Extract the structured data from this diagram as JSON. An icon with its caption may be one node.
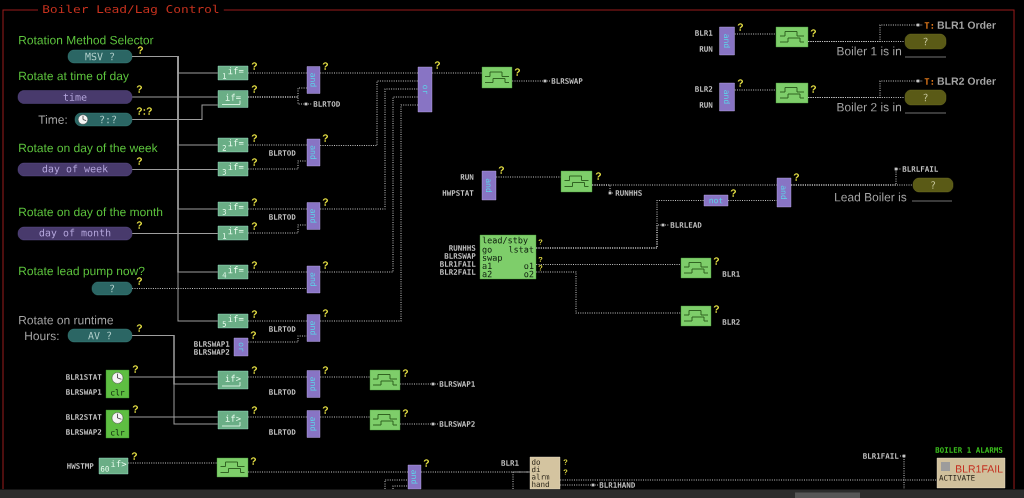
{
  "diagram": {
    "title": "Boiler Lead/Lag Control",
    "nodes": [
      {
        "text": [
          "MSV ?"
        ],
        "beside": [
          "?"
        ]
      },
      {
        "text": [
          "time"
        ],
        "beside": [
          "?"
        ]
      },
      {
        "text": [
          "?:?"
        ],
        "beside": [
          "Time:",
          "?:?"
        ]
      },
      {
        "text": [
          "day of week"
        ],
        "beside": [
          "?"
        ]
      },
      {
        "text": [
          "day of month"
        ],
        "beside": [
          "?"
        ]
      },
      {
        "text": [
          "?"
        ],
        "beside": [
          "?"
        ]
      },
      {
        "text": [
          "AV ?"
        ],
        "beside": [
          "Hours:",
          "?"
        ]
      },
      {
        "text": [
          "clr"
        ],
        "beside": [
          "BLR1STAT",
          "BLRSWAP1",
          "?"
        ]
      },
      {
        "text": [
          "clr"
        ],
        "beside": [
          "BLR2STAT",
          "BLRSWAP2",
          "?"
        ]
      },
      {
        "text": [
          "if>",
          "60"
        ],
        "beside": [
          "HWSTMP",
          "?"
        ]
      },
      {
        "text": [
          "if=",
          "1"
        ],
        "beside": [
          "?"
        ]
      },
      {
        "text": [
          "if="
        ],
        "beside": [
          "?"
        ]
      },
      {
        "text": [
          "if=",
          "2"
        ],
        "beside": [
          "?"
        ]
      },
      {
        "text": [
          "if=",
          "3"
        ],
        "beside": [
          "?"
        ]
      },
      {
        "text": [
          "if=",
          "3"
        ],
        "beside": [
          "?"
        ]
      },
      {
        "text": [
          "if=",
          "1"
        ],
        "beside": [
          "?"
        ]
      },
      {
        "text": [
          "if=",
          "4"
        ],
        "beside": [
          "?"
        ]
      },
      {
        "text": [
          "if=",
          "5"
        ],
        "beside": [
          "?"
        ]
      },
      {
        "text": [
          "if>"
        ],
        "beside": [
          "?"
        ]
      },
      {
        "text": [
          "if>"
        ],
        "beside": [
          "?"
        ]
      },
      {
        "text": [
          "or"
        ],
        "beside": [
          "BLRSWAP1",
          "BLRSWAP2",
          "?"
        ]
      },
      {
        "text": [
          "and"
        ],
        "beside": [
          "?"
        ]
      },
      {
        "text": [
          "and"
        ],
        "beside": [
          "BLRTOD",
          "?"
        ]
      },
      {
        "text": [
          "and"
        ],
        "beside": [
          "BLRTOD",
          "?"
        ]
      },
      {
        "text": [
          "and"
        ],
        "beside": [
          "?"
        ]
      },
      {
        "text": [
          "and"
        ],
        "beside": [
          "BLRTOD",
          "?"
        ]
      },
      {
        "text": [
          "and"
        ],
        "beside": [
          "BLRTOD",
          "?"
        ]
      },
      {
        "text": [
          "and"
        ],
        "beside": [
          "BLRTOD",
          "?"
        ]
      },
      {
        "text": [
          "BLRTOD"
        ]
      },
      {
        "text": [],
        "shape": "box",
        "beside": [
          "?"
        ]
      },
      {
        "text": [
          "and"
        ],
        "beside": [
          "?"
        ]
      },
      {
        "text": [
          "do",
          "di",
          "alrm",
          "hand"
        ],
        "beside": [
          "BLR1",
          "?",
          "?"
        ]
      },
      {
        "text": [
          "BLR1FAIL",
          "ACTIVATE"
        ],
        "beside": [
          "BOILER 1 ALARMS"
        ]
      },
      {
        "text": [
          "or"
        ],
        "beside": [
          "?"
        ]
      },
      {
        "text": [],
        "shape": "box",
        "beside": [
          "?"
        ]
      },
      {
        "text": [],
        "shape": "box",
        "beside": [
          "?"
        ]
      },
      {
        "text": [
          "BLRSWAP1"
        ]
      },
      {
        "text": [
          "BLRSWAP2"
        ]
      },
      {
        "text": [],
        "shape": "box",
        "beside": [
          "?"
        ]
      },
      {
        "text": [
          "BLRSWAP"
        ]
      },
      {
        "text": [
          "and"
        ],
        "beside": [
          "RUN",
          "HWPSTAT",
          "?"
        ]
      },
      {
        "text": [],
        "shape": "box",
        "beside": [
          "?"
        ]
      },
      {
        "text": [
          "RUNHHS"
        ]
      },
      {
        "text": [
          "not"
        ],
        "beside": [
          "?"
        ]
      },
      {
        "text": [
          "and"
        ],
        "beside": [
          "?"
        ]
      },
      {
        "text": [
          "BLRLEAD"
        ]
      },
      {
        "text": [
          "BLRLFAIL"
        ]
      },
      {
        "text": [
          "?"
        ],
        "beside": [
          "Lead Boiler is"
        ]
      },
      {
        "text": [
          "lead/stby",
          "go",
          "lstat",
          "swap",
          "a1",
          "o1",
          "a2",
          "o2"
        ],
        "beside": [
          "RUNHHS",
          "BLRSWAP",
          "BLR1FAIL",
          "BLR2FAIL",
          "?",
          "?",
          "?"
        ]
      },
      {
        "text": [],
        "shape": "box",
        "beside": [
          "?",
          "BLR1"
        ]
      },
      {
        "text": [],
        "shape": "box",
        "beside": [
          "?",
          "BLR2"
        ]
      },
      {
        "text": [
          "and"
        ],
        "beside": [
          "BLR1",
          "RUN",
          "?"
        ]
      },
      {
        "text": [],
        "shape": "box",
        "beside": [
          "?"
        ]
      },
      {
        "text": [
          "T:",
          "BLR1 Order"
        ]
      },
      {
        "text": [
          "?"
        ],
        "beside": [
          "Boiler 1 is in"
        ]
      },
      {
        "text": [
          "and"
        ],
        "beside": [
          "BLR2",
          "RUN",
          "?"
        ]
      },
      {
        "text": [],
        "shape": "box",
        "beside": [
          "?"
        ]
      },
      {
        "text": [
          "T:",
          "BLR2 Order"
        ]
      },
      {
        "text": [
          "?"
        ],
        "beside": [
          "Boiler 2 is in"
        ]
      },
      {
        "text": [
          "BLR1FAIL"
        ]
      },
      {
        "text": [
          "BLR1HAND"
        ]
      }
    ],
    "edges": [
      {
        "from": 0,
        "to": 10,
        "arrow": "none"
      },
      {
        "from": 0,
        "to": 12,
        "arrow": "none"
      },
      {
        "from": 0,
        "to": 14,
        "arrow": "none"
      },
      {
        "from": 0,
        "to": 16,
        "arrow": "none"
      },
      {
        "from": 0,
        "to": 17,
        "arrow": "none"
      },
      {
        "from": 1,
        "to": 11,
        "arrow": "none"
      },
      {
        "from": 2,
        "to": 11,
        "arrow": "none"
      },
      {
        "from": 3,
        "to": 13,
        "arrow": "none"
      },
      {
        "from": 4,
        "to": 15,
        "arrow": "none"
      },
      {
        "from": 6,
        "to": 18,
        "arrow": "none"
      },
      {
        "from": 6,
        "to": 19,
        "arrow": "none"
      },
      {
        "from": 7,
        "to": 18,
        "arrow": "none"
      },
      {
        "from": 8,
        "to": 19,
        "arrow": "none"
      },
      {
        "from": 10,
        "to": 21,
        "arrow": "none",
        "style": "dashed"
      },
      {
        "from": 11,
        "to": 21,
        "arrow": "none",
        "style": "dashed"
      },
      {
        "from": 11,
        "to": 28,
        "arrow": "none",
        "style": "dashed"
      },
      {
        "from": 12,
        "to": 22,
        "arrow": "none",
        "style": "dashed"
      },
      {
        "from": 13,
        "to": 22,
        "arrow": "none",
        "style": "dashed"
      },
      {
        "from": 14,
        "to": 23,
        "arrow": "none",
        "style": "dashed"
      },
      {
        "from": 15,
        "to": 23,
        "arrow": "none",
        "style": "dashed"
      },
      {
        "from": 16,
        "to": 24,
        "arrow": "none",
        "style": "dashed"
      },
      {
        "from": 5,
        "to": 24,
        "arrow": "none",
        "style": "dashed"
      },
      {
        "from": 17,
        "to": 25,
        "arrow": "none",
        "style": "dashed"
      },
      {
        "from": 20,
        "to": 25,
        "arrow": "none",
        "style": "dashed"
      },
      {
        "from": 18,
        "to": 26,
        "arrow": "none",
        "style": "dashed"
      },
      {
        "from": 19,
        "to": 27,
        "arrow": "none",
        "style": "dashed"
      },
      {
        "from": 21,
        "to": 33,
        "arrow": "none",
        "style": "dashed"
      },
      {
        "from": 22,
        "to": 33,
        "arrow": "none",
        "style": "dashed"
      },
      {
        "from": 23,
        "to": 33,
        "arrow": "none",
        "style": "dashed"
      },
      {
        "from": 24,
        "to": 33,
        "arrow": "none",
        "style": "dashed"
      },
      {
        "from": 25,
        "to": 33,
        "arrow": "none",
        "style": "dashed"
      },
      {
        "from": 26,
        "to": 34,
        "arrow": "none",
        "style": "dashed"
      },
      {
        "from": 27,
        "to": 35,
        "arrow": "none",
        "style": "dashed"
      },
      {
        "from": 34,
        "to": 36,
        "arrow": "none",
        "style": "dashed"
      },
      {
        "from": 35,
        "to": 37,
        "arrow": "none",
        "style": "dashed"
      },
      {
        "from": 33,
        "to": 38,
        "arrow": "none",
        "style": "dashed"
      },
      {
        "from": 38,
        "to": 39,
        "arrow": "none",
        "style": "dashed"
      },
      {
        "from": 40,
        "to": 41,
        "arrow": "none",
        "style": "dashed"
      },
      {
        "from": 41,
        "to": 44,
        "arrow": "none",
        "style": "dashed"
      },
      {
        "from": 41,
        "to": 42,
        "arrow": "none",
        "style": "dashed"
      },
      {
        "from": 48,
        "to": 43,
        "arrow": "none",
        "style": "dashed"
      },
      {
        "from": 48,
        "to": 45,
        "arrow": "none",
        "style": "dashed"
      },
      {
        "from": 43,
        "to": 44,
        "arrow": "none",
        "style": "dashed"
      },
      {
        "from": 44,
        "to": 47,
        "arrow": "none",
        "style": "dashed"
      },
      {
        "from": 44,
        "to": 46,
        "arrow": "none",
        "style": "dashed"
      },
      {
        "from": 48,
        "to": 49,
        "arrow": "none",
        "style": "dashed"
      },
      {
        "from": 48,
        "to": 50,
        "arrow": "none",
        "style": "dashed"
      },
      {
        "from": 51,
        "to": 52,
        "arrow": "none",
        "style": "dashed"
      },
      {
        "from": 52,
        "to": 54,
        "arrow": "none",
        "style": "dashed"
      },
      {
        "from": 52,
        "to": 53,
        "arrow": "none",
        "style": "dashed"
      },
      {
        "from": 55,
        "to": 56,
        "arrow": "none",
        "style": "dashed"
      },
      {
        "from": 56,
        "to": 58,
        "arrow": "none",
        "style": "dashed"
      },
      {
        "from": 56,
        "to": 57,
        "arrow": "none",
        "style": "dashed"
      },
      {
        "from": 9,
        "to": 29,
        "arrow": "none",
        "style": "dashed"
      },
      {
        "from": 29,
        "to": 30,
        "arrow": "none",
        "style": "dashed"
      },
      {
        "from": null,
        "to": 30,
        "arrow": "none",
        "style": "dashed"
      },
      {
        "from": null,
        "to": 30,
        "arrow": "none",
        "style": "dashed"
      },
      {
        "from": 30,
        "to": 31,
        "arrow": "none",
        "style": "dashed"
      },
      {
        "from": null,
        "to": 31,
        "arrow": "none",
        "style": "dashed"
      },
      {
        "from": 31,
        "to": 32,
        "arrow": "none",
        "style": "dashed"
      },
      {
        "from": 31,
        "to": 60,
        "arrow": "none",
        "style": "dashed"
      },
      {
        "from": 59,
        "to": null,
        "arrow": "none",
        "style": "dashed"
      }
    ],
    "labels": [
      "Rotation Method Selector",
      "Rotate at time of day",
      "Rotate on day of the week",
      "Rotate on day of the month",
      "Rotate lead pump now?",
      "Rotate on runtime"
    ]
  }
}
